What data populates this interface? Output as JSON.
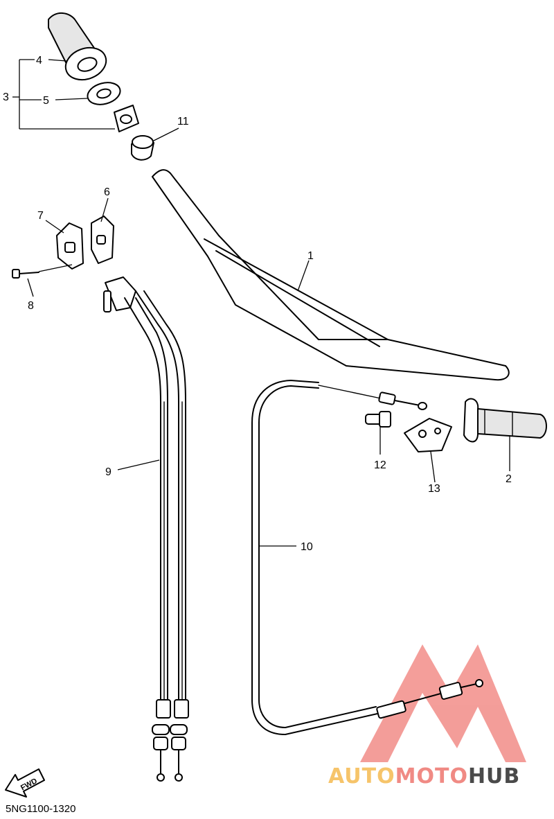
{
  "diagram_code": "5NG1100-1320",
  "direction_label": "FWD",
  "watermark": {
    "text_parts": [
      "AUTO",
      "MOTO",
      "HUB"
    ],
    "colors": {
      "auto": "#f6c46a",
      "moto": "#f08a84",
      "hub": "#4a4a4a",
      "logo": "#f07d78"
    }
  },
  "callouts": [
    "1",
    "2",
    "3",
    "4",
    "5",
    "6",
    "7",
    "8",
    "9",
    "10",
    "11",
    "12",
    "13"
  ]
}
